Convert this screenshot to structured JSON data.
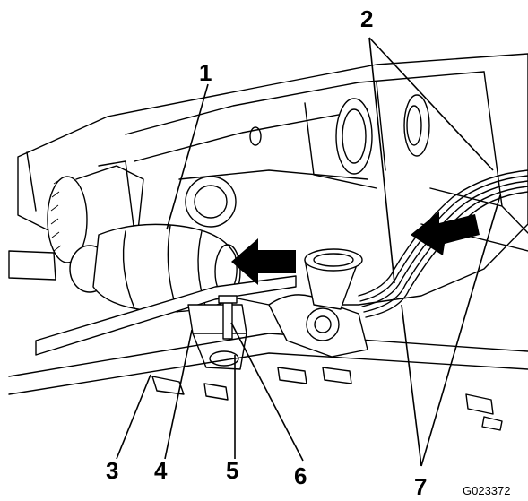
{
  "figure": {
    "figure_id": "G023372",
    "callouts": [
      {
        "id": "1",
        "label": "1"
      },
      {
        "id": "2",
        "label": "2"
      },
      {
        "id": "3",
        "label": "3"
      },
      {
        "id": "4",
        "label": "4"
      },
      {
        "id": "5",
        "label": "5"
      },
      {
        "id": "6",
        "label": "6"
      },
      {
        "id": "7",
        "label": "7"
      }
    ]
  }
}
